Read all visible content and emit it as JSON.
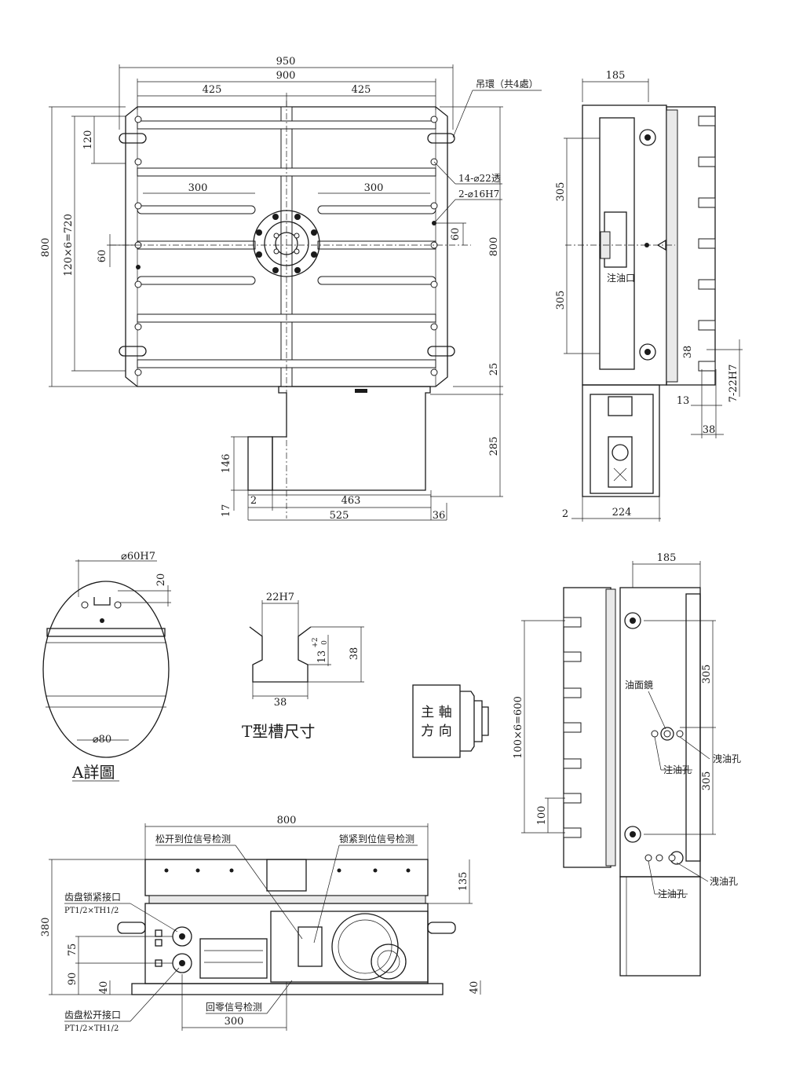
{
  "top_view": {
    "dim_950": "950",
    "dim_900": "900",
    "dim_425_left": "425",
    "dim_425_right": "425",
    "dim_300_left": "300",
    "dim_300_right": "300",
    "dim_120": "120",
    "dim_120x6": "120×6=720",
    "dim_800_left": "800",
    "dim_800_right": "800",
    "dim_60_left": "60",
    "dim_60_right": "60",
    "dim_25": "25",
    "dim_285": "285",
    "dim_146": "146",
    "dim_17": "17",
    "dim_2": "2",
    "dim_463": "463",
    "dim_525": "525",
    "dim_36": "36",
    "note_lifting_ring": "吊環（共4處）",
    "note_holes_22": "14-⌀22透",
    "note_holes_16": "2-⌀16H7"
  },
  "side_view": {
    "dim_185": "185",
    "dim_305_top": "305",
    "dim_305_bottom": "305",
    "note_oil_inlet": "注油口",
    "dim_38_v": "38",
    "dim_7_22h7": "7-22H7",
    "dim_13": "13",
    "dim_38_h": "38",
    "dim_2": "2",
    "dim_224": "224"
  },
  "detail_a": {
    "dim_60h7": "⌀60H7",
    "dim_20": "20",
    "dim_80": "⌀80",
    "title": "A詳圖"
  },
  "t_slot": {
    "dim_22h7": "22H7",
    "dim_13": "13",
    "tol_upper": "+2",
    "tol_lower": "0",
    "dim_38_v": "38",
    "dim_38_h": "38",
    "title": "T型槽尺寸"
  },
  "spindle": {
    "line1": "主 軸",
    "line2": "方 向"
  },
  "right_view": {
    "dim_185": "185",
    "dim_305_top": "305",
    "dim_305_bottom": "305",
    "dim_100x6": "100×6=600",
    "dim_100": "100",
    "note_sight_glass": "油面鏡",
    "note_oil_inlet_1": "注油孔",
    "note_drain_1": "洩油孔",
    "note_oil_inlet_2": "注油孔",
    "note_drain_2": "洩油孔"
  },
  "front_view": {
    "dim_800": "800",
    "note_release_signal": "松开到位信号检测",
    "note_lock_signal": "锁紧到位信号检测",
    "note_lock_port": "齿盘锁紧接口",
    "note_lock_port_thread": "PT1/2×TH1/2",
    "note_release_port": "齿盘松开接口",
    "note_release_port_thread": "PT1/2×TH1/2",
    "note_zero_signal": "回零信号检测",
    "dim_380": "380",
    "dim_135": "135",
    "dim_75": "75",
    "dim_90": "90",
    "dim_40_left": "40",
    "dim_40_right": "40",
    "dim_300": "300"
  }
}
